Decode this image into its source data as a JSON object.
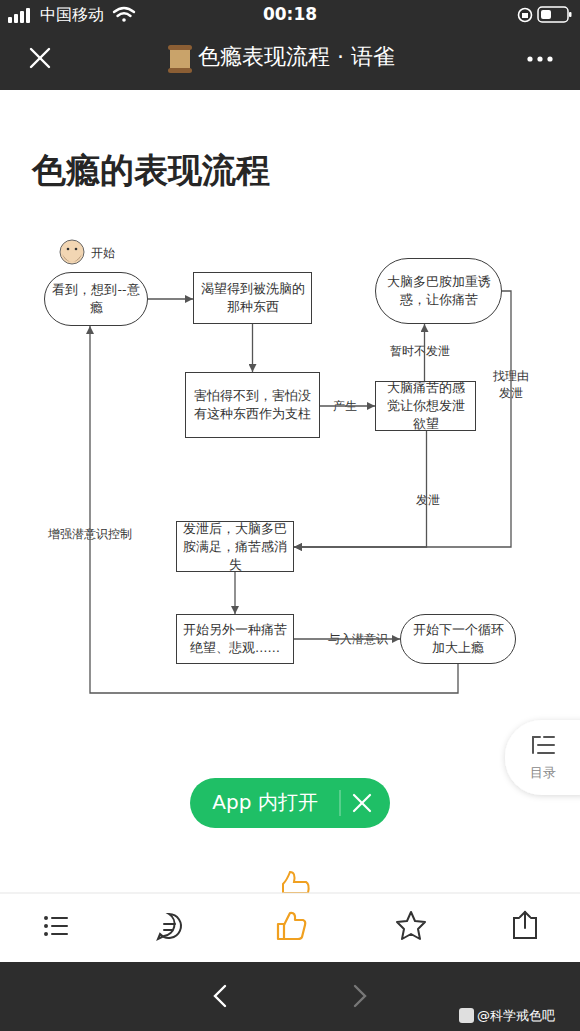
{
  "diagram": {
    "title": "色瘾的表现流程",
    "nodes": [
      {
        "text": [
          "看到，想到--意瘾"
        ]
      },
      {
        "text": [
          "渴望得到被洗脑的那种东西"
        ]
      },
      {
        "text": [
          "大脑多巴胺加重诱惑，让你痛苦"
        ]
      },
      {
        "text": [
          "害怕得不到，害怕没有这种东西作为支柱"
        ]
      },
      {
        "text": [
          "大脑痛苦的感觉让你想发泄欲望"
        ]
      },
      {
        "text": [
          "发泄后，大脑多巴胺满足，痛苦感消失"
        ]
      },
      {
        "text": [
          "开始另外一种痛苦绝望、悲观……"
        ]
      },
      {
        "text": [
          "开始下一个循环加大上瘾"
        ]
      }
    ],
    "edges": [
      {
        "from": 0,
        "to": 1,
        "arrow": "to"
      },
      {
        "from": 1,
        "to": 3,
        "arrow": "to"
      },
      {
        "from": 3,
        "to": 4,
        "label": "产生",
        "arrow": "to"
      },
      {
        "from": 4,
        "to": 2,
        "label": "暂时不发泄",
        "arrow": "to"
      },
      {
        "from": 2,
        "to": 5,
        "label": "找理由发泄",
        "arrow": "to"
      },
      {
        "from": 4,
        "to": 5,
        "label": "发泄",
        "arrow": "to"
      },
      {
        "from": 5,
        "to": 6,
        "arrow": "to"
      },
      {
        "from": 6,
        "to": 7,
        "label": "与入潜意识",
        "arrow": "to"
      },
      {
        "from": 7,
        "to": 0,
        "label": "增强潜意识控制",
        "arrow": "to"
      }
    ],
    "labels": [
      "中国移动",
      "00:18",
      "色瘾表现流程 · 语雀",
      "开始",
      "App 内打开",
      "目录",
      "@科学戒色吧"
    ]
  }
}
